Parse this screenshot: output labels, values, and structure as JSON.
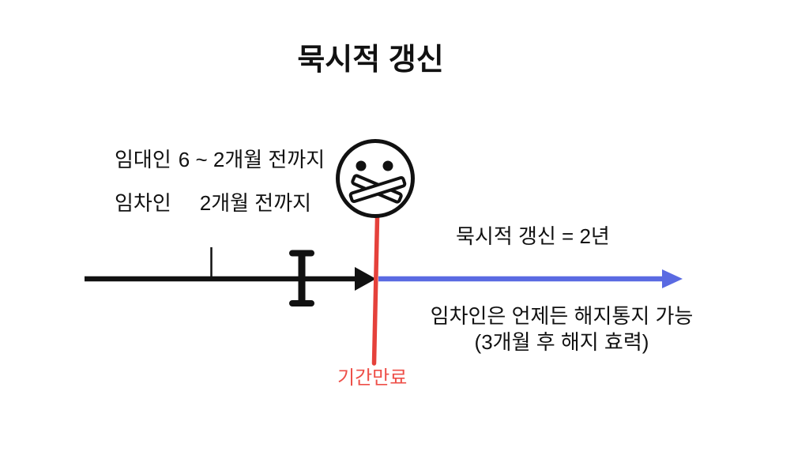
{
  "title": "묵시적 갱신",
  "colors": {
    "background": "#ffffff",
    "timeline_black": "#111111",
    "expiry_red": "#e5413b",
    "expiry_text_red": "#ee4f48",
    "renewal_blue": "#5a6ae2"
  },
  "notice_rules": {
    "landlord_label": "임대인",
    "landlord_period": "6 ~ 2개월 전까지",
    "tenant_label": "임차인",
    "tenant_period": "2개월 전까지"
  },
  "timeline": {
    "expiry_label": "기간만료",
    "renewal_label": "묵시적 갱신 = 2년",
    "termination_note_line1": "임차인은 언제든 해지통지 가능",
    "termination_note_line2": "(3개월 후 해지 효력)"
  },
  "icons": {
    "silenced_face": "face-with-taped-mouth"
  }
}
